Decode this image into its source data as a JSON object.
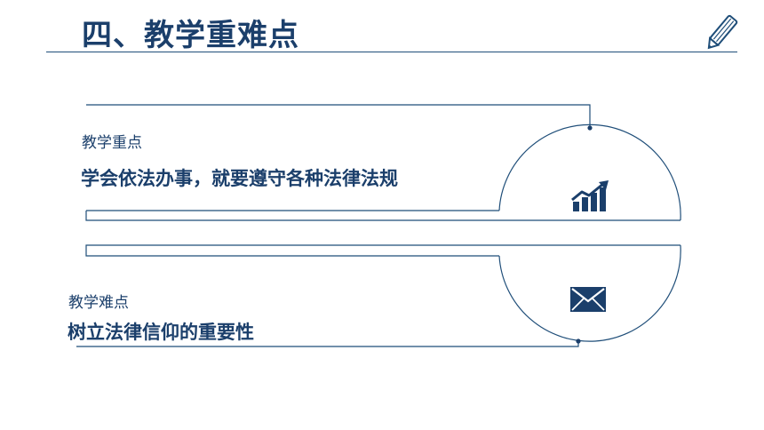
{
  "slide": {
    "title": "四、教学重难点"
  },
  "key_point": {
    "label": "教学重点",
    "text": "学会依法办事，就要遵守各种法律法规"
  },
  "difficult_point": {
    "label": "教学难点",
    "text": "树立法律信仰的重要性"
  },
  "icons": {
    "header": "pencil-icon",
    "key_point": "growth-chart-icon",
    "difficult_point": "envelope-icon"
  },
  "colors": {
    "primary": "#1b3f6b",
    "line": "#1f4e79"
  }
}
